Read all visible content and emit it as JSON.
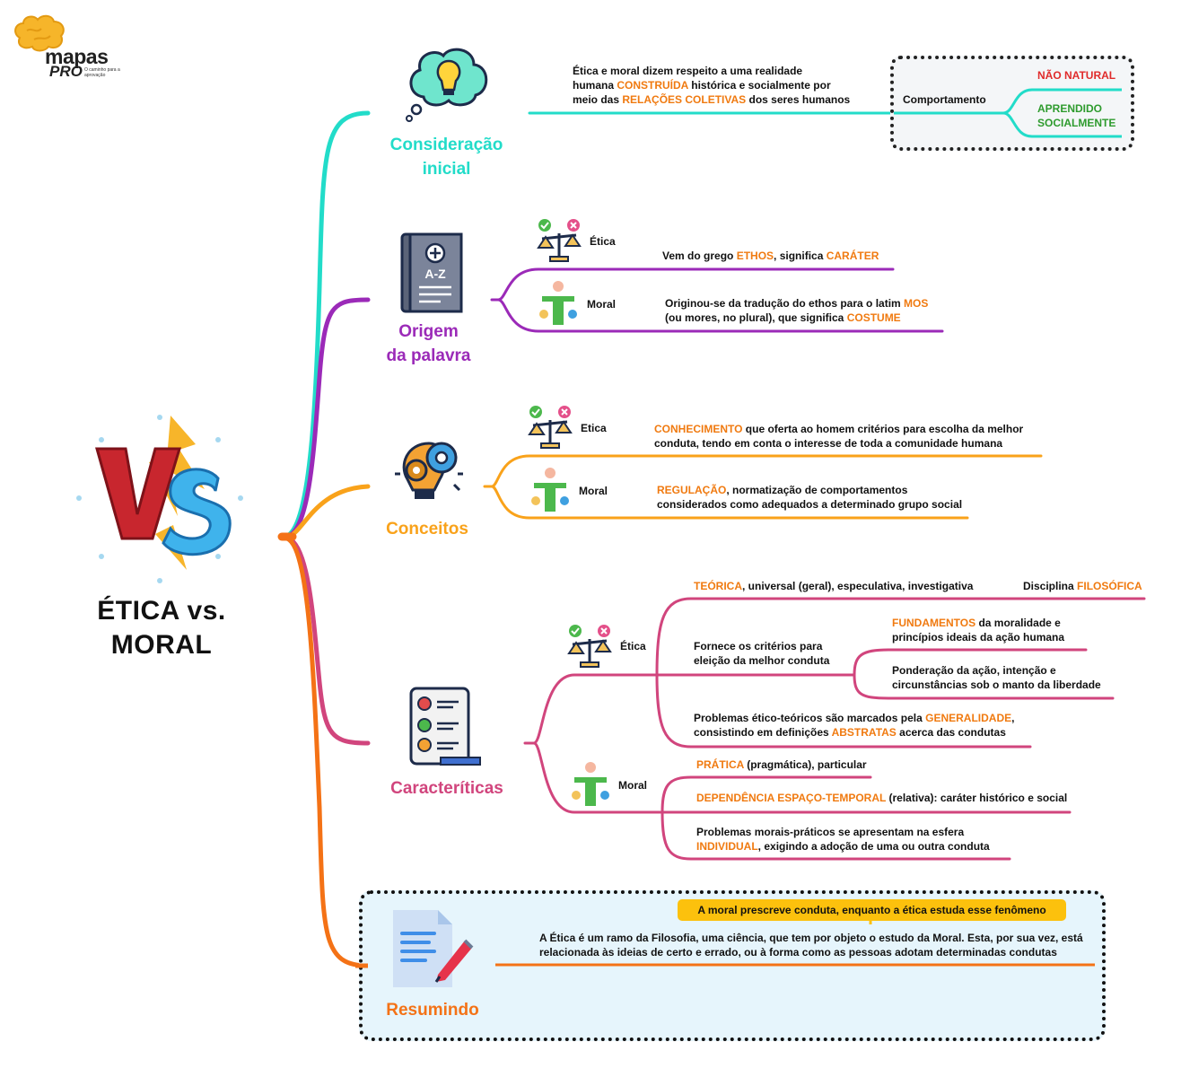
{
  "brand": {
    "name": "mapas",
    "sub": "PRO",
    "tagline": "O caminho para a aprovação"
  },
  "title": {
    "line1": "ÉTICA vs.",
    "line2": "MORAL"
  },
  "colors": {
    "cyan": "#22dcc9",
    "purple": "#9b2ab8",
    "orange": "#f9a21a",
    "pink": "#d1457d",
    "orange_dark": "#f47216",
    "highlight": "#f07a10"
  },
  "sections": {
    "consideracao": {
      "title_l1": "Consideração",
      "title_l2": "inicial",
      "text": {
        "p1": "Ética e moral dizem respeito a uma realidade",
        "p2": "humana ",
        "h1": "CONSTRUÍDA",
        "p3": " histórica e socialmente por",
        "p4": "meio das ",
        "h2": "RELAÇÕES COLETIVAS",
        "p5": " dos seres humanos"
      },
      "comportamento": {
        "label": "Comportamento",
        "nao_natural": "NÃO NATURAL",
        "aprendido_l1": "APRENDIDO",
        "aprendido_l2": "SOCIALMENTE"
      }
    },
    "origem": {
      "title_l1": "Origem",
      "title_l2": "da palavra",
      "etica": {
        "label": "Ética",
        "p1": "Vem do grego ",
        "h1": "ETHOS",
        "p2": ", significa ",
        "h2": "CARÁTER"
      },
      "moral": {
        "label": "Moral",
        "p1": "Originou-se da tradução do ethos para o latim ",
        "h1": "MOS",
        "p2": "(ou mores, no plural), que significa ",
        "h2": "COSTUME"
      }
    },
    "conceitos": {
      "title": "Conceitos",
      "etica": {
        "label": "Etica",
        "h1": "CONHECIMENTO",
        "p1": " que oferta ao homem critérios para escolha da melhor",
        "p2": "conduta, tendo em conta o interesse de toda a comunidade humana"
      },
      "moral": {
        "label": "Moral",
        "h1": "REGULAÇÃO",
        "p1": ", normatização de comportamentos",
        "p2": "considerados como adequados a determinado grupo social"
      }
    },
    "caracteristicas": {
      "title": "Caracteríticas",
      "etica": {
        "label": "Ética",
        "teorica": {
          "h1": "TEÓRICA",
          "p1": ", universal (geral), especulativa, investigativa"
        },
        "disciplina": {
          "p1": "Disciplina ",
          "h1": "FILOSÓFICA"
        },
        "fornece": {
          "l1": "Fornece os critérios para",
          "l2": "eleição da melhor conduta"
        },
        "fundamentos": {
          "h1": "FUNDAMENTOS",
          "p1": " da moralidade e",
          "p2": "princípios ideais da ação humana"
        },
        "ponderacao": {
          "l1": "Ponderação da ação, intenção e",
          "l2": "circunstâncias sob o manto da liberdade"
        },
        "problemas": {
          "p1": "Problemas ético-teóricos são marcados pela ",
          "h1": "GENERALIDADE",
          "p2": ",",
          "p3": "consistindo em definições ",
          "h2": "ABSTRATAS",
          "p4": " acerca das condutas"
        }
      },
      "moral": {
        "label": "Moral",
        "pratica": {
          "h1": "PRÁTICA",
          "p1": " (pragmática), particular"
        },
        "dependencia": {
          "h1": "DEPENDÊNCIA ESPAÇO-TEMPORAL",
          "p1": " (relativa): caráter histórico e social"
        },
        "problemas": {
          "p1": "Problemas morais-práticos se apresentam na esfera",
          "h1": "INDIVIDUAL",
          "p2": ", exigindo a adoção de uma ou outra conduta"
        }
      }
    },
    "resumindo": {
      "title": "Resumindo",
      "callout": "A moral prescreve conduta, enquanto a ética estuda esse fenômeno",
      "l1": "A Ética é um ramo da Filosofia, uma ciência, que tem por objeto o estudo da Moral. Esta, por sua vez, está",
      "l2": "relacionada às ideias de certo e errado, ou à forma como as pessoas adotam determinadas condutas"
    }
  }
}
